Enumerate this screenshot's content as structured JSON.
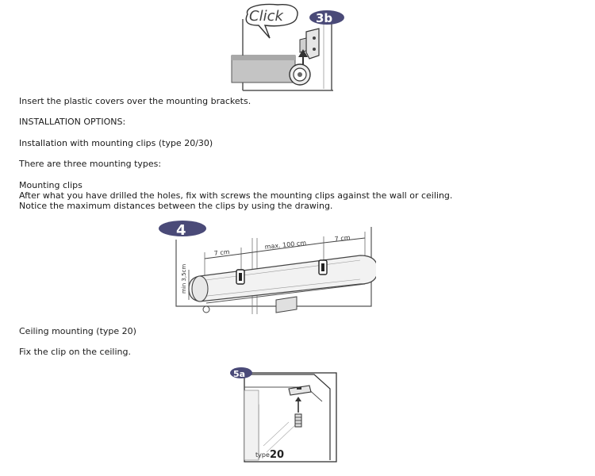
{
  "figures": {
    "fig3b": {
      "step": "3b",
      "callout": "Click"
    },
    "fig4": {
      "step": "4",
      "dim_left": "7 cm",
      "dim_middle": "max. 100 cm",
      "dim_right": "7 cm",
      "dim_vertical": "min 3,5cm"
    },
    "fig5a": {
      "step": "5a",
      "type_prefix": "type",
      "type_number": "20"
    }
  },
  "text": {
    "line1": "Insert the plastic covers over the mounting brackets.",
    "line2": "INSTALLATION OPTIONS:",
    "line3": "Installation with mounting clips (type 20/30)",
    "line4": "There are three mounting types:",
    "line5": "Mounting clips",
    "line6": "After what you have drilled  the holes, fix with screws the mounting clips against the wall or ceiling.",
    "line7": "Notice the maximum distances between the clips by using the drawing.",
    "line8": "Ceiling mounting (type 20)",
    "line9": "Fix the clip on the ceiling."
  }
}
